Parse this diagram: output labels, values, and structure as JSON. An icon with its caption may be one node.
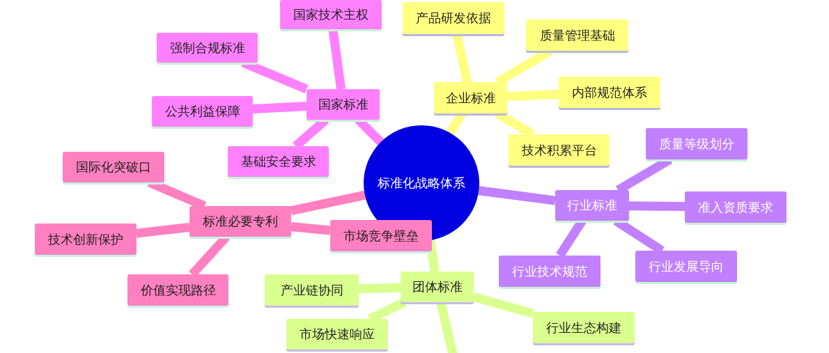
{
  "diagram": {
    "nodes": [
      {
        "text": [
          "标准化战略体系"
        ]
      },
      {
        "text": [
          "国家标准"
        ]
      },
      {
        "text": [
          "国家技术主权"
        ]
      },
      {
        "text": [
          "强制合规标准"
        ]
      },
      {
        "text": [
          "公共利益保障"
        ]
      },
      {
        "text": [
          "基础安全要求"
        ]
      },
      {
        "text": [
          "企业标准"
        ]
      },
      {
        "text": [
          "产品研发依据"
        ]
      },
      {
        "text": [
          "质量管理基础"
        ]
      },
      {
        "text": [
          "内部规范体系"
        ]
      },
      {
        "text": [
          "技术积累平台"
        ]
      },
      {
        "text": [
          "行业标准"
        ]
      },
      {
        "text": [
          "质量等级划分"
        ]
      },
      {
        "text": [
          "准入资质要求"
        ]
      },
      {
        "text": [
          "行业发展导向"
        ]
      },
      {
        "text": [
          "行业技术规范"
        ]
      },
      {
        "text": [
          "标准必要专利"
        ]
      },
      {
        "text": [
          "国际化突破口"
        ]
      },
      {
        "text": [
          "技术创新保护"
        ]
      },
      {
        "text": [
          "价值实现路径"
        ]
      },
      {
        "text": [
          "市场竞争壁垒"
        ]
      },
      {
        "text": [
          "团体标准"
        ]
      },
      {
        "text": [
          "产业链协同"
        ]
      },
      {
        "text": [
          "行业生态构建"
        ]
      },
      {
        "text": [
          "市场快速响应"
        ]
      }
    ],
    "edges": [
      {
        "from": 0,
        "to": 1,
        "arrow": "none",
        "color": "#ff80ff"
      },
      {
        "from": 1,
        "to": 2,
        "arrow": "none",
        "color": "#ff80ff"
      },
      {
        "from": 1,
        "to": 3,
        "arrow": "none",
        "color": "#ff80ff"
      },
      {
        "from": 1,
        "to": 4,
        "arrow": "none",
        "color": "#ff80ff"
      },
      {
        "from": 1,
        "to": 5,
        "arrow": "none",
        "color": "#ff80ff"
      },
      {
        "from": 0,
        "to": 6,
        "arrow": "none",
        "color": "#ffff80"
      },
      {
        "from": 6,
        "to": 7,
        "arrow": "none",
        "color": "#ffff80"
      },
      {
        "from": 6,
        "to": 8,
        "arrow": "none",
        "color": "#ffff80"
      },
      {
        "from": 6,
        "to": 9,
        "arrow": "none",
        "color": "#ffff80"
      },
      {
        "from": 6,
        "to": 10,
        "arrow": "none",
        "color": "#ffff80"
      },
      {
        "from": 0,
        "to": 11,
        "arrow": "none",
        "color": "#c080ff"
      },
      {
        "from": 11,
        "to": 12,
        "arrow": "none",
        "color": "#c080ff"
      },
      {
        "from": 11,
        "to": 13,
        "arrow": "none",
        "color": "#c080ff"
      },
      {
        "from": 11,
        "to": 14,
        "arrow": "none",
        "color": "#c080ff"
      },
      {
        "from": 11,
        "to": 15,
        "arrow": "none",
        "color": "#c080ff"
      },
      {
        "from": 0,
        "to": 16,
        "arrow": "none",
        "color": "#ff80c0"
      },
      {
        "from": 16,
        "to": 17,
        "arrow": "none",
        "color": "#ff80c0"
      },
      {
        "from": 16,
        "to": 18,
        "arrow": "none",
        "color": "#ff80c0"
      },
      {
        "from": 16,
        "to": 19,
        "arrow": "none",
        "color": "#ff80c0"
      },
      {
        "from": 16,
        "to": 20,
        "arrow": "none",
        "color": "#ff80c0"
      },
      {
        "from": 0,
        "to": 21,
        "arrow": "none",
        "color": "#d9ff8f"
      },
      {
        "from": 21,
        "to": 22,
        "arrow": "none",
        "color": "#d9ff8f"
      },
      {
        "from": 21,
        "to": 23,
        "arrow": "none",
        "color": "#d9ff8f"
      },
      {
        "from": 21,
        "to": 24,
        "arrow": "none",
        "color": "#d9ff8f"
      },
      {
        "from": 21,
        "to": null,
        "arrow": "none",
        "color": "#d9ff8f"
      }
    ]
  }
}
